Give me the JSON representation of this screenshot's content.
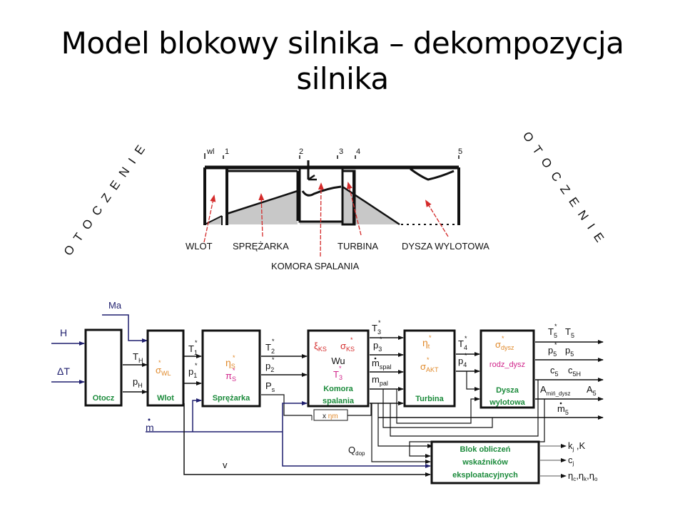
{
  "title": {
    "line1": "Model blokowy silnika – dekompozycja",
    "line2": "silnika"
  },
  "environment_label": "O T O C Z E N I E",
  "engine_sketch": {
    "stations": [
      "wl",
      "1",
      "2",
      "3",
      "4",
      "5"
    ],
    "component_labels": {
      "wlot": "WLOT",
      "sprezarka": "SPRĘŻARKA",
      "turbina": "TURBINA",
      "dysza": "DYSZA WYLOTOWA",
      "komora": "KOMORA SPALANIA"
    }
  },
  "block_diagram": {
    "inputs": {
      "ma": "Ma",
      "h": "H",
      "dt": "ΔT",
      "mdot": "m",
      "v": "v"
    },
    "blocks": {
      "otocz": {
        "name": "Otocz"
      },
      "wlot": {
        "name": "Wlot",
        "param": "σ*WL"
      },
      "sprezarka": {
        "name": "Sprężarka",
        "param1": "η*S",
        "param2": "π*S"
      },
      "komora": {
        "name_line1": "Komora",
        "name_line2": "spalania",
        "params": [
          "ξKS",
          "σ*KS",
          "Wu",
          "T*3"
        ]
      },
      "turbina": {
        "name": "Turbina",
        "param1": "η*t",
        "param2": "σ*AKT"
      },
      "dysza": {
        "name_line1": "Dysza",
        "name_line2": "wylotowa",
        "param1": "σ*dysz",
        "param2": "rodz_dysz"
      },
      "blok": {
        "line1": "Blok obliczeń",
        "line2": "wskaźników",
        "line3": "eksploatacyjnych"
      }
    },
    "signals": {
      "th": "T",
      "th_sub": "H",
      "ph": "p",
      "ph_sub": "H",
      "t1": "T",
      "t1_sub": "1",
      "p1": "p",
      "p1_sub": "1",
      "t2": "T",
      "t2_sub": "2",
      "p2": "p",
      "p2_sub": "2",
      "ps": "P",
      "ps_sub": "s",
      "t3": "T",
      "t3_sub": "3",
      "p3": "p",
      "p3_sub": "3",
      "mspal": "m",
      "mspal_sub": "spal",
      "mpal": "m",
      "mpal_sub": "pal",
      "t4": "T",
      "t4_sub": "4",
      "p4": "p",
      "p4_sub": "4",
      "qdop": "Q",
      "qdop_sub": "dop",
      "eta_m": "x ηm"
    },
    "outputs": {
      "t5": "T",
      "t5_sub": "5",
      "t5s": "T",
      "t5s_sub": "5",
      "p5": "p",
      "p5_sub": "5",
      "p5s": "p",
      "p5s_sub": "5",
      "c5": "c",
      "c5_sub": "5",
      "c5h": "c",
      "c5h_sub": "5H",
      "amin": "A",
      "amin_sub": "miń_dysz",
      "a5": "A",
      "a5_sub": "5",
      "m5": "m",
      "m5_sub": "5",
      "kj": "k",
      "kj_sub": "j",
      "kj_rest": " ,K",
      "cj": "c",
      "cj_sub": "j",
      "eta": "η",
      "eta_c": "c",
      "eta_k": "k",
      "eta_o": "o"
    }
  },
  "colors": {
    "block_name": "#1a8a3a",
    "param_orange": "#e0892a",
    "param_pink": "#d0248a",
    "param_red": "#d42a2a",
    "navy_line": "#1f1f6e",
    "arrow_red": "#d42a2a",
    "shade": "#c8c8c8"
  }
}
